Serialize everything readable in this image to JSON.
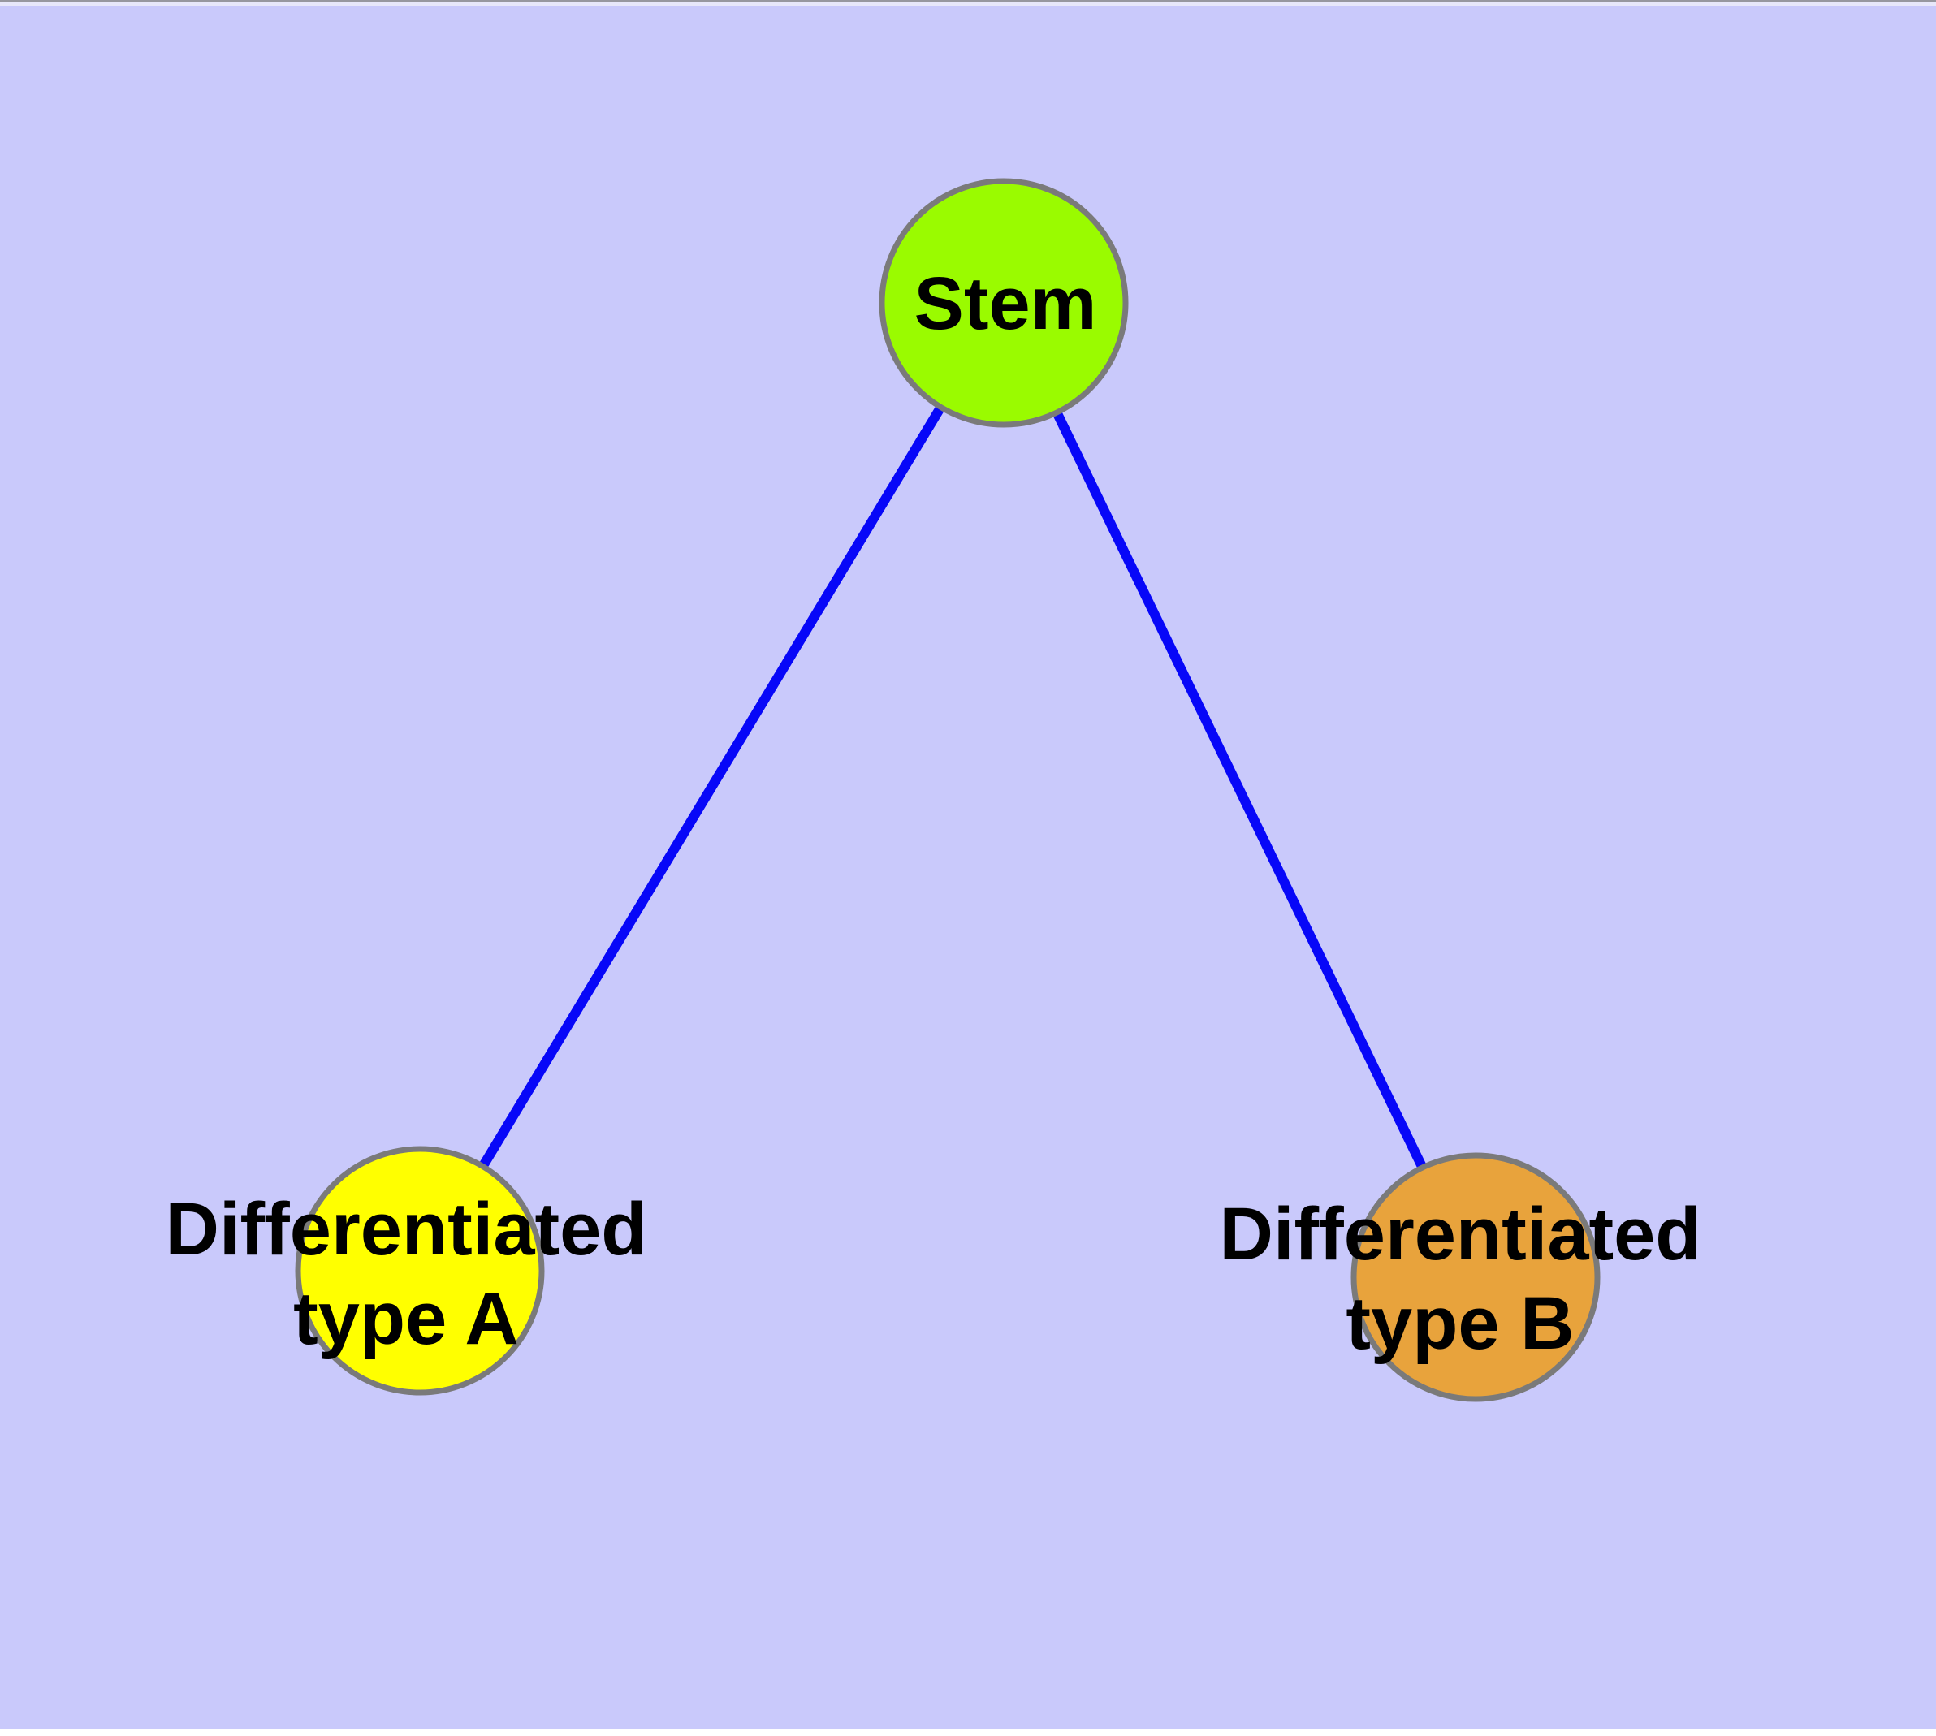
{
  "diagram": {
    "background_color": "#C9C9FB",
    "node_border_color": "#7A7A7A",
    "edge_color": "#0707F8",
    "label_color": "#000000",
    "nodes": [
      {
        "id": "stem",
        "label": "Stem",
        "color": "#9AFB00"
      },
      {
        "id": "differentiated-type-a",
        "label_lines": [
          "Differentiated",
          "type A"
        ],
        "color": "#FFFF00"
      },
      {
        "id": "differentiated-type-b",
        "label_lines": [
          "Differentiated",
          "type B"
        ],
        "color": "#E8A33C"
      }
    ],
    "edges": [
      {
        "from": "stem",
        "to": "differentiated-type-a"
      },
      {
        "from": "stem",
        "to": "differentiated-type-b"
      }
    ]
  }
}
